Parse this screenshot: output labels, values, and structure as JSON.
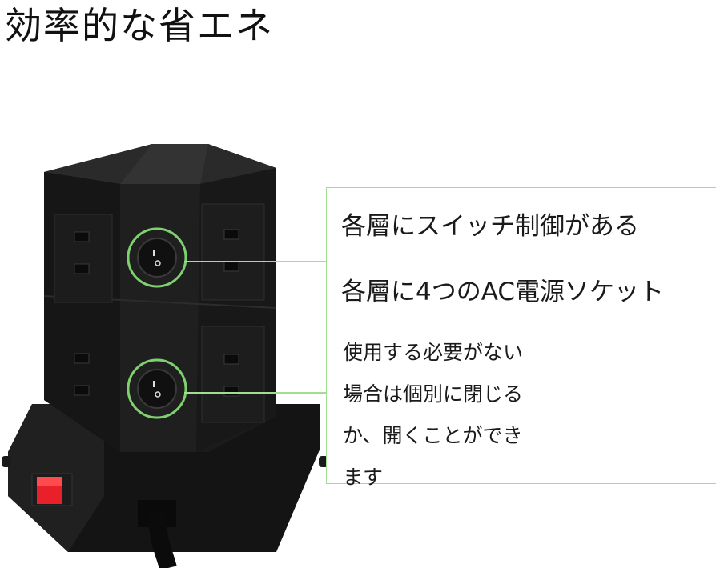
{
  "title": "効率的な省エネ",
  "callout": {
    "line1": "各層にスイッチ制御がある",
    "line2": "各層に4つのAC電源ソケット",
    "body": "使用する必要がない\n場合は個別に閉じる\nか、開くことができ\nます"
  },
  "colors": {
    "tower_body": "#1b1b1b",
    "tower_edge": "#2c2c2c",
    "accent_green": "#9ee08e",
    "master_switch": "#e8202a"
  },
  "icons": {
    "rocker_switch": "rocker-switch-icon",
    "outlet": "ac-outlet-icon",
    "master_switch": "master-power-switch-icon"
  }
}
